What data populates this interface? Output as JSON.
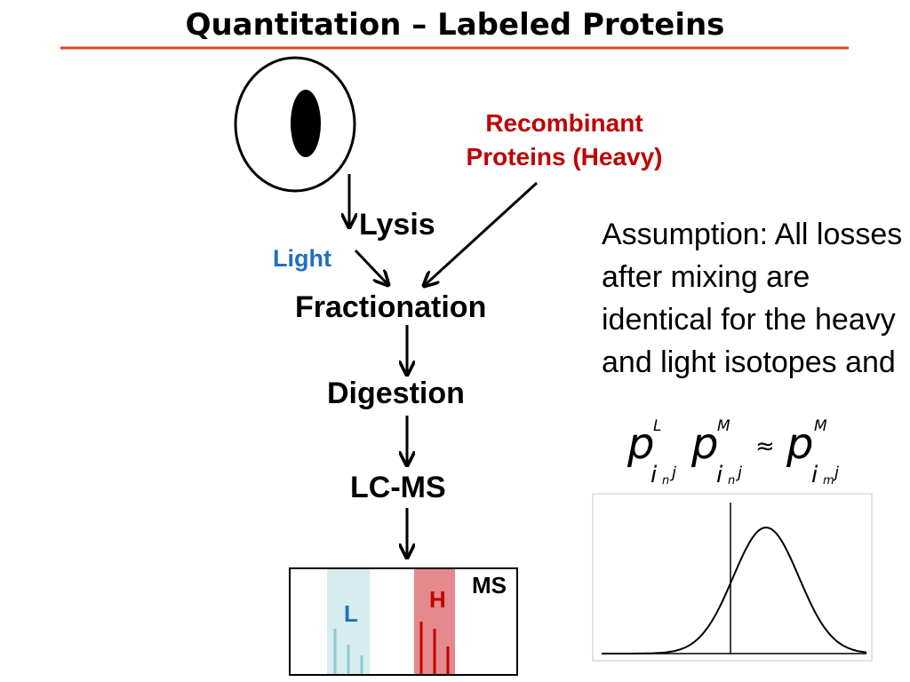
{
  "title": "Quantitation – Labeled Proteins",
  "recombinant_line1": "Recombinant",
  "recombinant_line2": "Proteins (Heavy)",
  "steps": {
    "lysis": "Lysis",
    "light": "Light",
    "fractionation": "Fractionation",
    "digestion": "Digestion",
    "lcms": "LC-MS"
  },
  "assumption": "Assumption: All losses after mixing are identical for the heavy and light isotopes and",
  "formula": {
    "p": "p",
    "i": "i",
    "j": "j",
    "n": "n",
    "m": "m",
    "L": "L",
    "M": "M",
    "approx": "≈"
  },
  "ms_panel": {
    "label_ms": "MS",
    "label_L": "L",
    "label_H": "H"
  },
  "colors": {
    "title_rule": "#d04a1c",
    "recombinant": "#c00000",
    "light": "#1f6fc0",
    "light_band": "#d6ecee",
    "light_peaks": "#8ecad0",
    "heavy_band": "#e58a8c",
    "heavy_label": "#c00000",
    "heavy_peaks": "#c00000"
  }
}
